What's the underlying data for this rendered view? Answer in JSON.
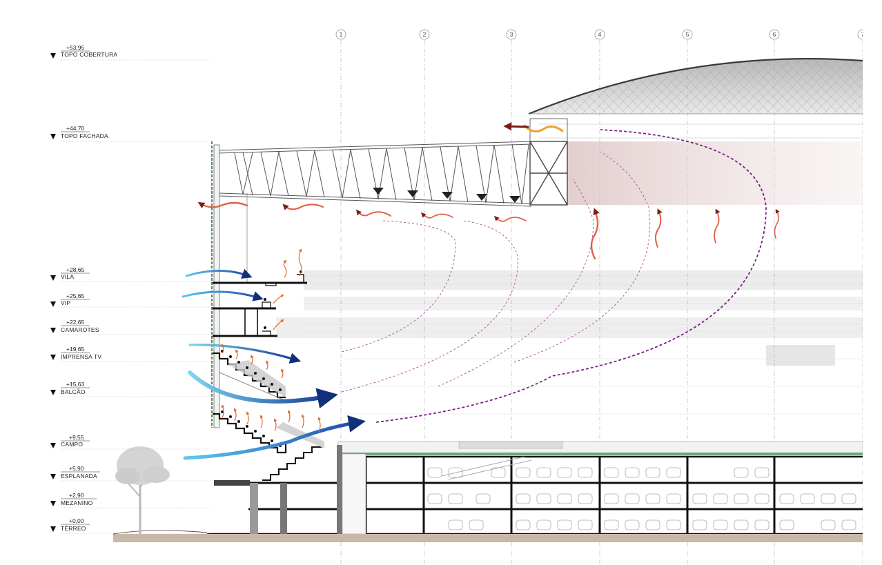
{
  "levels": [
    {
      "elevation": "+53,95",
      "name": "TOPO COBERTURA"
    },
    {
      "elevation": "+44,70",
      "name": "TOPO FACHADA"
    },
    {
      "elevation": "+28,65",
      "name": "VILA"
    },
    {
      "elevation": "+25,65",
      "name": "VIP"
    },
    {
      "elevation": "+22,65",
      "name": "CAMAROTES"
    },
    {
      "elevation": "+19,65",
      "name": "IMPRENSA TV"
    },
    {
      "elevation": "+15,63",
      "name": "BALCÃO"
    },
    {
      "elevation": "+9,55",
      "name": "CAMPO"
    },
    {
      "elevation": "+5,90",
      "name": "ESPLANADA"
    },
    {
      "elevation": "+2,90",
      "name": "MEZANINO"
    },
    {
      "elevation": "+0,00",
      "name": "TÉRREO"
    }
  ],
  "grid_axes": [
    "1",
    "2",
    "3",
    "4",
    "5",
    "6",
    "7"
  ],
  "colors": {
    "cold_air": "#1e5bb0",
    "cool_air_light": "#5ec8f0",
    "warm_air": "#e0604a",
    "hot_air_dark": "#7a1f16",
    "roof_exhaust": "#f0a030",
    "airflow_path": "#8a2a9a",
    "pitch": "#6aa878",
    "ground": "#c8b8a8"
  }
}
